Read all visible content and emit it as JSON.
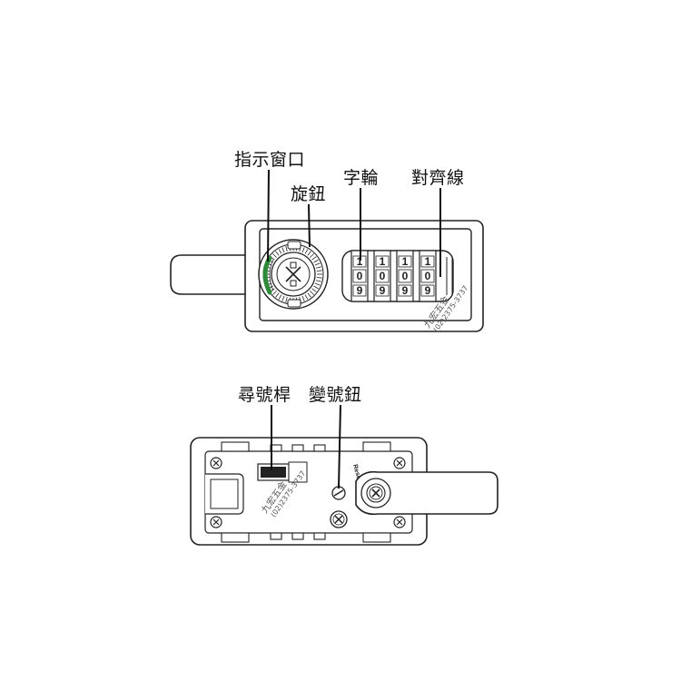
{
  "top_diagram": {
    "labels": {
      "indicator_window": "指示窗口",
      "knob": "旋鈕",
      "dials": "字輪",
      "alignment_line": "對齊線"
    },
    "dial_digits": {
      "top": [
        "1",
        "1",
        "1",
        "1"
      ],
      "middle": [
        "0",
        "0",
        "0",
        "0"
      ],
      "bottom": [
        "9",
        "9",
        "9",
        "9"
      ]
    },
    "indicator_color": "#2e8b3a",
    "watermark": {
      "name": "九宏五金",
      "phone": "(02)2375-3737"
    }
  },
  "bottom_diagram": {
    "labels": {
      "search_lever": "尋號桿",
      "reset_button": "變號鈕"
    },
    "reset_mark": "Reset",
    "watermark": {
      "name": "九宏五金",
      "phone": "(02)2375-3737"
    }
  }
}
